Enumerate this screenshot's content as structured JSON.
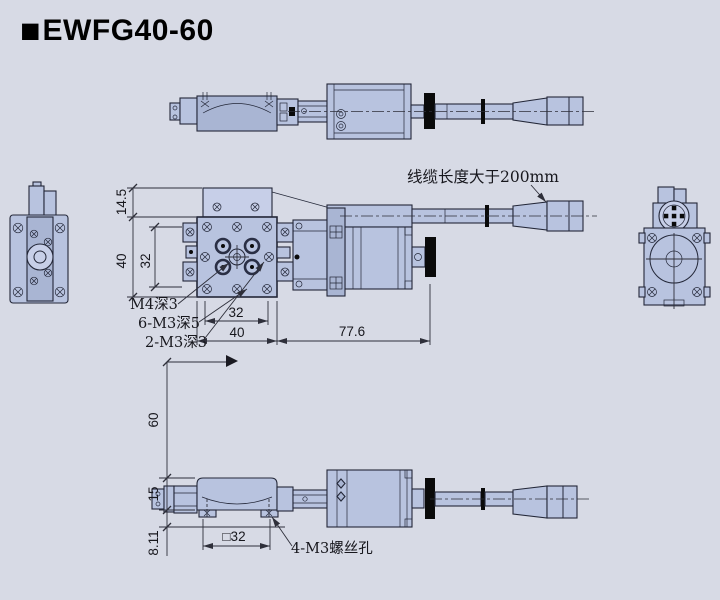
{
  "window": {
    "title": "EWFG40-60",
    "title_bullet": "■"
  },
  "colors": {
    "bg": "#d7dae5",
    "part-fill": "#b8c3df",
    "part-dark": "#a9b5d3",
    "part-light": "#c7cfe8",
    "line": "#232738",
    "dim": "#2e2f3a",
    "text": "#17171d"
  },
  "annotations": {
    "cable_note": "线缆长度大于200mm",
    "m4_label": "M4深3",
    "m3x6_label": "6-M3深5",
    "m3x2_label": "2-M3深3",
    "m3x4_label": "4-M3螺丝孔"
  },
  "dimensions": {
    "front_view": {
      "top_plate_height": "14.5",
      "overall_height": "40",
      "inner_height": "32",
      "hole_spacing": "32",
      "overall_width": "40",
      "body_length": "77.6"
    },
    "side_view": {
      "travel_height": "60",
      "stage_height": "15",
      "base_height": "8.11",
      "mount_pattern": "□32"
    }
  }
}
